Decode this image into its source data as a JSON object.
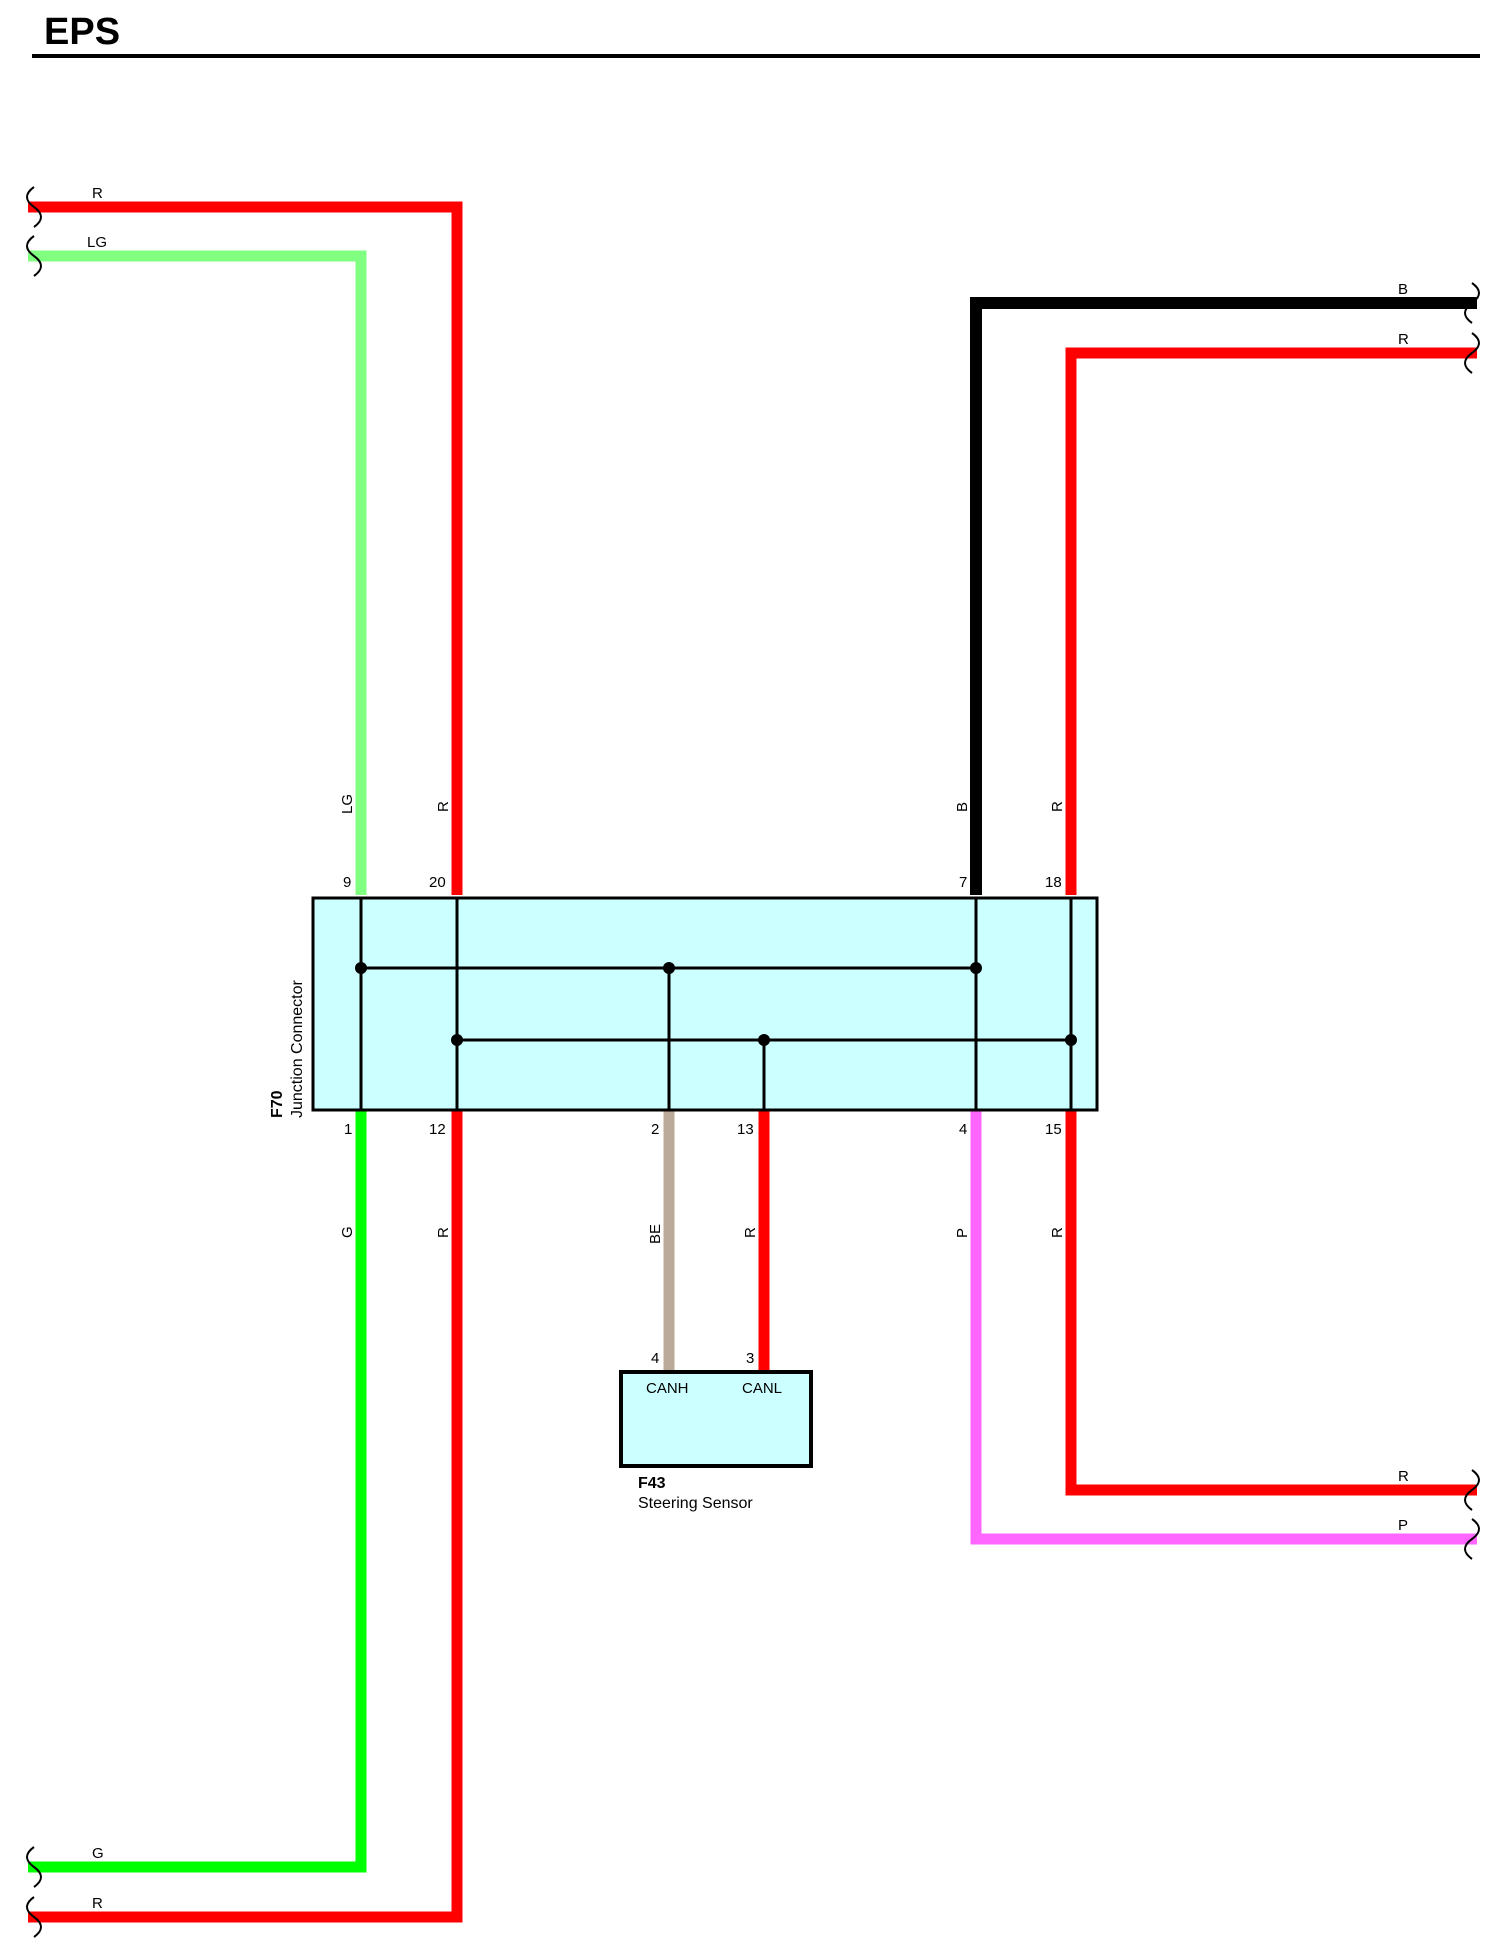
{
  "title": "EPS",
  "colors": {
    "R": "#ff0000",
    "LG": "#80ff80",
    "G": "#00ff00",
    "B": "#000000",
    "BE": "#bba99a",
    "P": "#ff66ff",
    "connector_fill": "#ccffff"
  },
  "left_ends": {
    "top_r": "R",
    "top_lg": "LG",
    "bottom_g": "G",
    "bottom_r": "R"
  },
  "right_ends": {
    "top_b": "B",
    "top_r": "R",
    "bottom_r": "R",
    "bottom_p": "P"
  },
  "wire_labels": {
    "pin9": "LG",
    "pin20": "R",
    "pin7": "B",
    "pin18": "R",
    "pin1": "G",
    "pin12": "R",
    "pin2": "BE",
    "pin13": "R",
    "pin4": "P",
    "pin15": "R"
  },
  "junction_connector": {
    "id": "F70",
    "name": "Junction Connector",
    "top_pins": [
      "9",
      "20",
      "7",
      "18"
    ],
    "bottom_pins": [
      "1",
      "12",
      "2",
      "13",
      "4",
      "15"
    ]
  },
  "steering_sensor": {
    "id": "F43",
    "name": "Steering Sensor",
    "pins": [
      "4",
      "3"
    ],
    "pin_names": [
      "CANH",
      "CANL"
    ]
  }
}
